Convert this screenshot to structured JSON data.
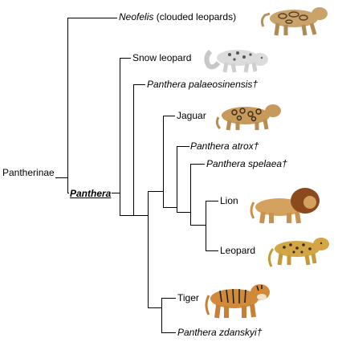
{
  "root": {
    "label": "Pantherinae"
  },
  "genus": {
    "label": "Panthera"
  },
  "taxa": {
    "neofelis": {
      "name": "Neofelis",
      "suffix": " (clouded leopards)",
      "icon": "clouded-leopard-illustration"
    },
    "snow_leopard": {
      "name": "Snow leopard",
      "icon": "snow-leopard-illustration"
    },
    "palaeosinensis": {
      "name": "Panthera palaeosinensis†"
    },
    "jaguar": {
      "name": "Jaguar",
      "icon": "jaguar-illustration"
    },
    "atrox": {
      "name": "Panthera atrox†"
    },
    "spelaea": {
      "name": "Panthera spelaea†"
    },
    "lion": {
      "name": "Lion",
      "icon": "lion-illustration"
    },
    "leopard": {
      "name": "Leopard",
      "icon": "leopard-illustration"
    },
    "tiger": {
      "name": "Tiger",
      "icon": "tiger-illustration"
    },
    "zdanskyi": {
      "name": "Panthera zdanskyi†"
    }
  },
  "colors": {
    "lines": "#000000",
    "tan": "#c9a36a",
    "spots": "#3a2a1a",
    "lion_mane": "#8a4a1e",
    "snow": "#d8d8d8",
    "tiger": "#d08a3a"
  }
}
